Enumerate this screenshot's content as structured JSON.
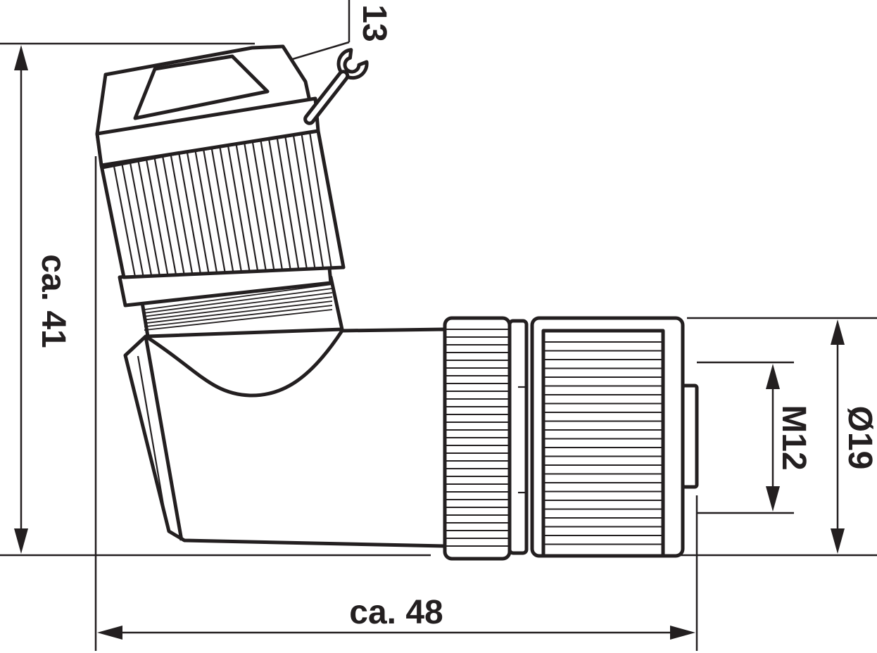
{
  "dimensions": {
    "height_label": "ca. 41",
    "width_label": "ca. 48",
    "wrench_label": "13",
    "thread_label": "M12",
    "diameter_label": "Ø19"
  },
  "colors": {
    "line": "#231f20",
    "background": "#ffffff"
  },
  "icons": {
    "wrench": "wrench-icon"
  }
}
